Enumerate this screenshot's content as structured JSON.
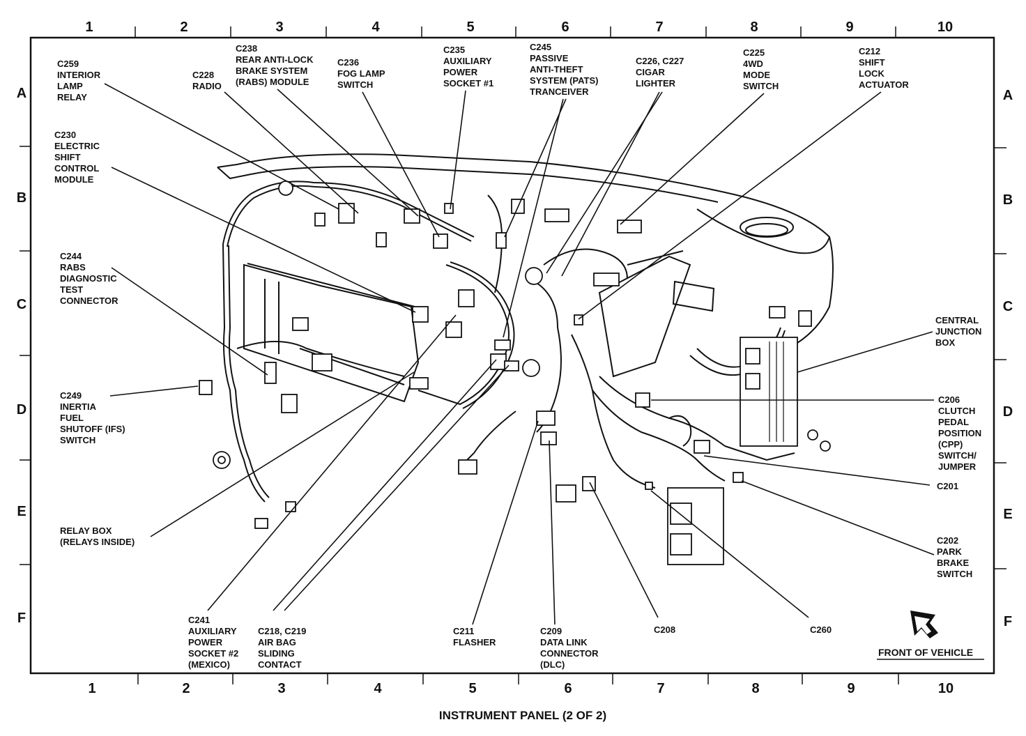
{
  "figure": {
    "caption": "INSTRUMENT PANEL (2 OF 2)",
    "front_of_vehicle": "FRONT OF VEHICLE"
  },
  "grid": {
    "columns": [
      "1",
      "2",
      "3",
      "4",
      "5",
      "6",
      "7",
      "8",
      "9",
      "10"
    ],
    "rows": [
      "A",
      "B",
      "C",
      "D",
      "E",
      "F"
    ]
  },
  "callouts": {
    "c259": [
      "C259",
      "INTERIOR",
      "LAMP",
      "RELAY"
    ],
    "c228": [
      "C228",
      "RADIO"
    ],
    "c238": [
      "C238",
      "REAR ANTI-LOCK",
      "BRAKE SYSTEM",
      "(RABS) MODULE"
    ],
    "c236": [
      "C236",
      "FOG LAMP",
      "SWITCH"
    ],
    "c235": [
      "C235",
      "AUXILIARY",
      "POWER",
      "SOCKET #1"
    ],
    "c245": [
      "C245",
      "PASSIVE",
      "ANTI-THEFT",
      "SYSTEM (PATS)",
      "TRANCEIVER"
    ],
    "c226": [
      "C226, C227",
      "CIGAR",
      "LIGHTER"
    ],
    "c225": [
      "C225",
      "4WD",
      "MODE",
      "SWITCH"
    ],
    "c212": [
      "C212",
      "SHIFT",
      "LOCK",
      "ACTUATOR"
    ],
    "c230": [
      "C230",
      "ELECTRIC",
      "SHIFT",
      "CONTROL",
      "MODULE"
    ],
    "c244": [
      "C244",
      "RABS",
      "DIAGNOSTIC",
      "TEST",
      "CONNECTOR"
    ],
    "c249": [
      "C249",
      "INERTIA",
      "FUEL",
      "SHUTOFF (IFS)",
      "SWITCH"
    ],
    "relay_box": [
      "RELAY BOX",
      "(RELAYS INSIDE)"
    ],
    "c241": [
      "C241",
      "AUXILIARY",
      "POWER",
      "SOCKET #2",
      "(MEXICO)"
    ],
    "c218": [
      "C218, C219",
      "AIR BAG",
      "SLIDING",
      "CONTACT"
    ],
    "c211": [
      "C211",
      "FLASHER"
    ],
    "c209": [
      "C209",
      "DATA LINK",
      "CONNECTOR",
      "(DLC)"
    ],
    "c208": [
      "C208"
    ],
    "c260": [
      "C260"
    ],
    "central_junction": [
      "CENTRAL",
      "JUNCTION",
      "BOX"
    ],
    "c206": [
      "C206",
      "CLUTCH",
      "PEDAL",
      "POSITION",
      "(CPP)",
      "SWITCH/",
      "JUMPER"
    ],
    "c201": [
      "C201"
    ],
    "c202": [
      "C202",
      "PARK",
      "BRAKE",
      "SWITCH"
    ]
  }
}
